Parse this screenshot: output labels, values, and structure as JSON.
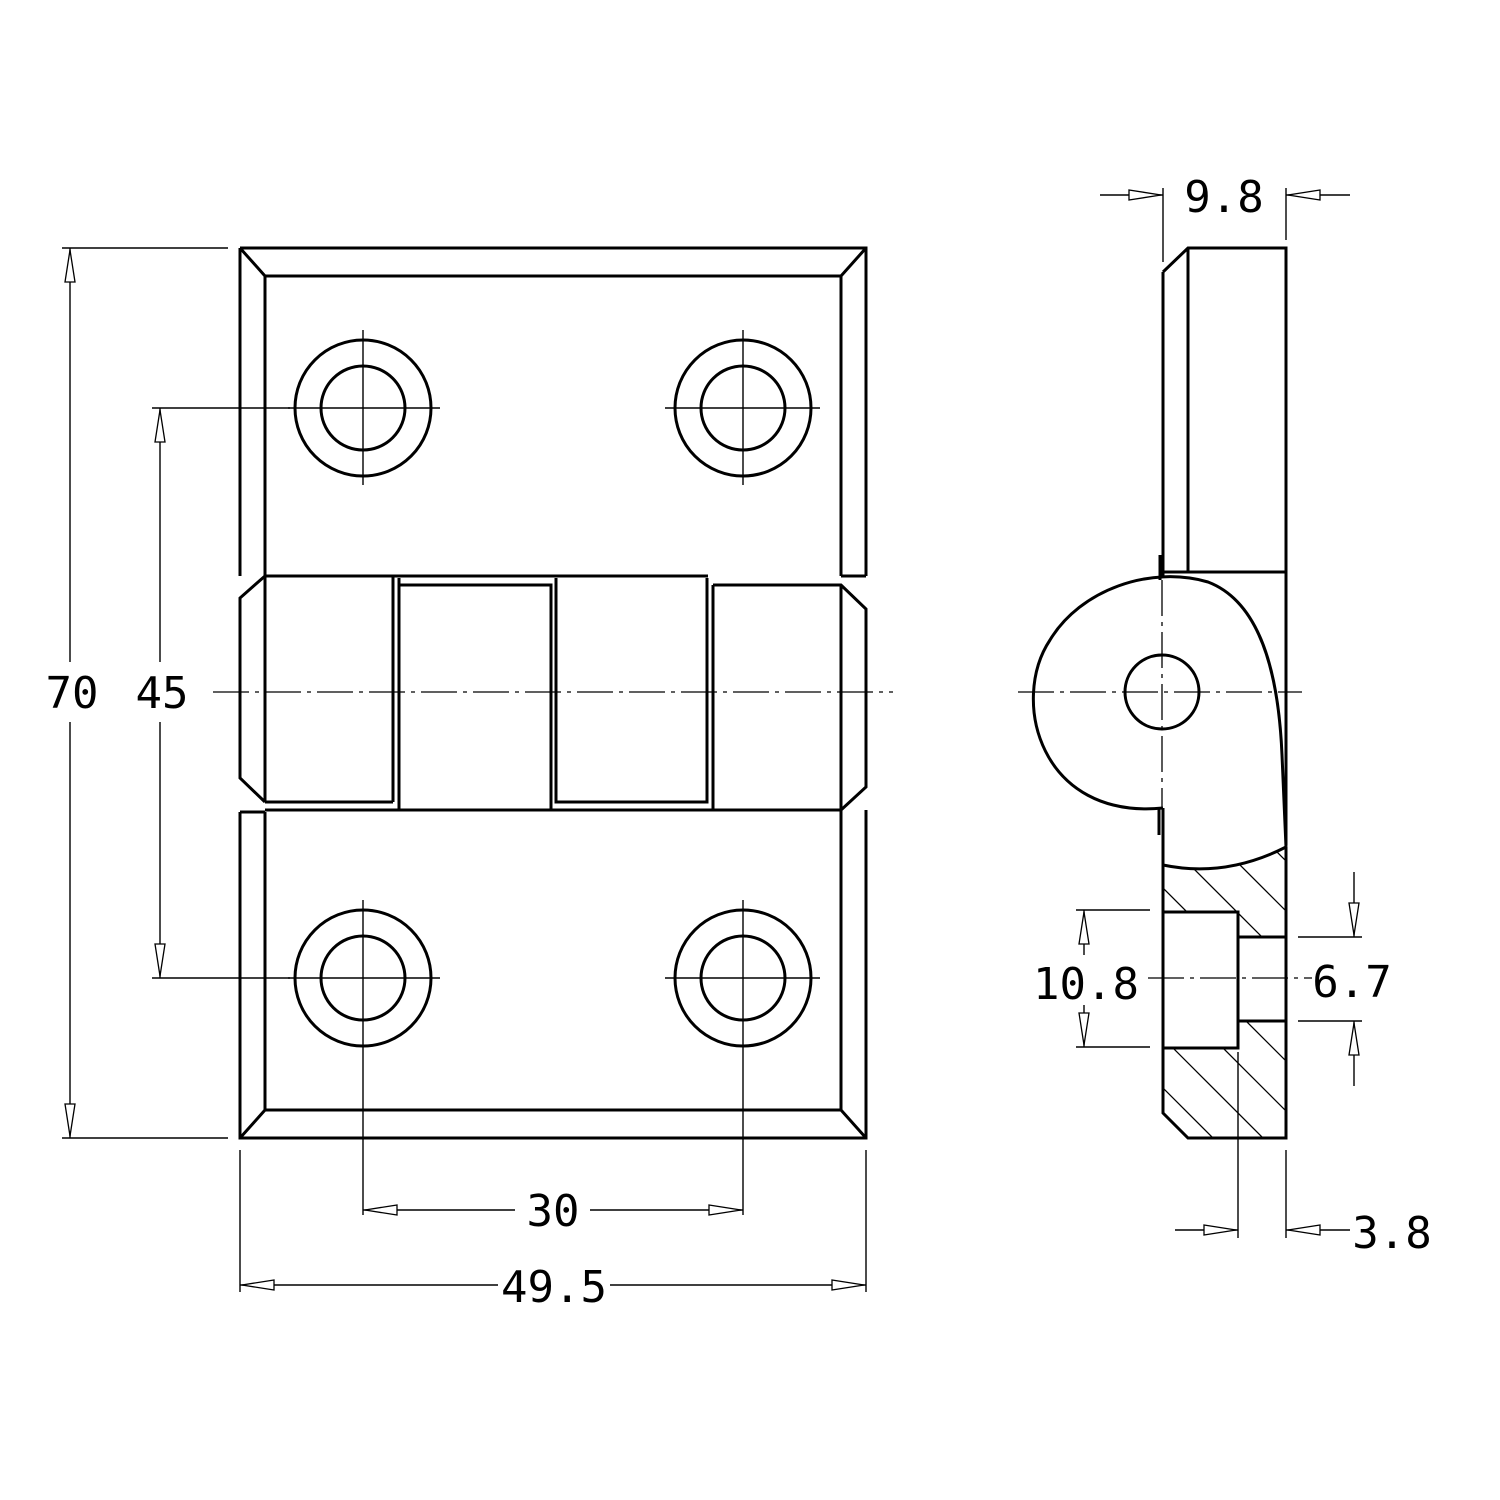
{
  "drawing": {
    "dimensions": {
      "width_total": "49.5",
      "hole_spacing_x": "30",
      "height_total": "70",
      "hole_spacing_y": "45",
      "thickness": "9.8",
      "counterbore_dia": "10.8",
      "hole_dia": "6.7",
      "counterbore_offset": "3.8"
    }
  }
}
